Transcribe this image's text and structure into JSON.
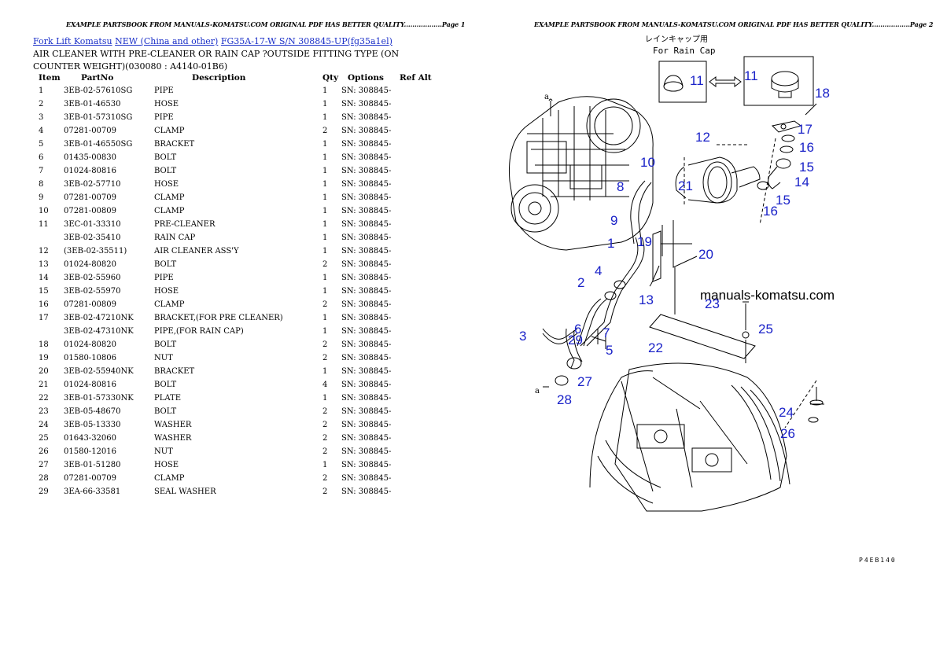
{
  "banners": {
    "left": "EXAMPLE PARTSBOOK FROM MANUALS-KOMATSU.COM ORIGINAL PDF HAS BETTER QUALITY..................Page 1",
    "right": "EXAMPLE PARTSBOOK FROM MANUALS-KOMATSU.COM ORIGINAL PDF HAS BETTER QUALITY..................Page 2"
  },
  "breadcrumb": {
    "link1": "Fork Lift Komatsu",
    "link2": "NEW (China and other)",
    "link3": "FG35A-17-W S/N  308845-UP(fg35a1el)"
  },
  "title": "AIR CLEANER WITH PRE-CLEANER OR RAIN CAP ?OUTSIDE FITTING TYPE (ON COUNTER WEIGHT)(030080 : A4140-01B6)",
  "table": {
    "headers": {
      "item": "Item",
      "partno": "PartNo",
      "description": "Description",
      "qty": "Qty",
      "options": "Options",
      "refalt": "Ref Alt"
    },
    "rows": [
      {
        "item": "1",
        "partno": "3EB-02-57610SG",
        "description": "PIPE",
        "qty": "1",
        "options": "SN: 308845-"
      },
      {
        "item": "2",
        "partno": "3EB-01-46530",
        "description": "HOSE",
        "qty": "1",
        "options": "SN: 308845-"
      },
      {
        "item": "3",
        "partno": "3EB-01-57310SG",
        "description": "PIPE",
        "qty": "1",
        "options": "SN: 308845-"
      },
      {
        "item": "4",
        "partno": "07281-00709",
        "description": "CLAMP",
        "qty": "2",
        "options": "SN: 308845-"
      },
      {
        "item": "5",
        "partno": "3EB-01-46550SG",
        "description": "BRACKET",
        "qty": "1",
        "options": "SN: 308845-"
      },
      {
        "item": "6",
        "partno": "01435-00830",
        "description": "BOLT",
        "qty": "1",
        "options": "SN: 308845-"
      },
      {
        "item": "7",
        "partno": "01024-80816",
        "description": "BOLT",
        "qty": "1",
        "options": "SN: 308845-"
      },
      {
        "item": "8",
        "partno": "3EB-02-57710",
        "description": "HOSE",
        "qty": "1",
        "options": "SN: 308845-"
      },
      {
        "item": "9",
        "partno": "07281-00709",
        "description": "CLAMP",
        "qty": "1",
        "options": "SN: 308845-"
      },
      {
        "item": "10",
        "partno": "07281-00809",
        "description": "CLAMP",
        "qty": "1",
        "options": "SN: 308845-"
      },
      {
        "item": "11",
        "partno": "3EC-01-33310",
        "description": "PRE-CLEANER",
        "qty": "1",
        "options": "SN: 308845-"
      },
      {
        "item": "",
        "partno": "3EB-02-35410",
        "description": "RAIN CAP",
        "qty": "1",
        "options": "SN: 308845-"
      },
      {
        "item": "12",
        "partno": "(3EB-02-35511)",
        "description": "AIR CLEANER ASS'Y",
        "qty": "1",
        "options": "SN: 308845-"
      },
      {
        "item": "13",
        "partno": "01024-80820",
        "description": "BOLT",
        "qty": "2",
        "options": "SN: 308845-"
      },
      {
        "item": "14",
        "partno": "3EB-02-55960",
        "description": "PIPE",
        "qty": "1",
        "options": "SN: 308845-"
      },
      {
        "item": "15",
        "partno": "3EB-02-55970",
        "description": "HOSE",
        "qty": "1",
        "options": "SN: 308845-"
      },
      {
        "item": "16",
        "partno": "07281-00809",
        "description": "CLAMP",
        "qty": "2",
        "options": "SN: 308845-"
      },
      {
        "item": "17",
        "partno": "3EB-02-47210NK",
        "description": "BRACKET,(FOR PRE CLEANER)",
        "qty": "1",
        "options": "SN: 308845-"
      },
      {
        "item": "",
        "partno": "3EB-02-47310NK",
        "description": "PIPE,(FOR RAIN CAP)",
        "qty": "1",
        "options": "SN: 308845-"
      },
      {
        "item": "18",
        "partno": "01024-80820",
        "description": "BOLT",
        "qty": "2",
        "options": "SN: 308845-"
      },
      {
        "item": "19",
        "partno": "01580-10806",
        "description": "NUT",
        "qty": "2",
        "options": "SN: 308845-"
      },
      {
        "item": "20",
        "partno": "3EB-02-55940NK",
        "description": "BRACKET",
        "qty": "1",
        "options": "SN: 308845-"
      },
      {
        "item": "21",
        "partno": "01024-80816",
        "description": "BOLT",
        "qty": "4",
        "options": "SN: 308845-"
      },
      {
        "item": "22",
        "partno": "3EB-01-57330NK",
        "description": "PLATE",
        "qty": "1",
        "options": "SN: 308845-"
      },
      {
        "item": "23",
        "partno": "3EB-05-48670",
        "description": "BOLT",
        "qty": "2",
        "options": "SN: 308845-"
      },
      {
        "item": "24",
        "partno": "3EB-05-13330",
        "description": "WASHER",
        "qty": "2",
        "options": "SN: 308845-"
      },
      {
        "item": "25",
        "partno": "01643-32060",
        "description": "WASHER",
        "qty": "2",
        "options": "SN: 308845-"
      },
      {
        "item": "26",
        "partno": "01580-12016",
        "description": "NUT",
        "qty": "2",
        "options": "SN: 308845-"
      },
      {
        "item": "27",
        "partno": "3EB-01-51280",
        "description": "HOSE",
        "qty": "1",
        "options": "SN: 308845-"
      },
      {
        "item": "28",
        "partno": "07281-00709",
        "description": "CLAMP",
        "qty": "2",
        "options": "SN: 308845-"
      },
      {
        "item": "29",
        "partno": "3EA-66-33581",
        "description": "SEAL WASHER",
        "qty": "2",
        "options": "SN: 308845-"
      }
    ]
  },
  "diagram": {
    "jp_label": "レインキャップ用",
    "en_label": "For Rain Cap",
    "watermark": "manuals-komatsu.com",
    "engine_marker": "a",
    "hose_marker": "a",
    "page_ref": "P4EB140",
    "callouts": [
      "11",
      "11",
      "18",
      "17",
      "16",
      "15",
      "14",
      "12",
      "10",
      "8",
      "21",
      "16",
      "15",
      "9",
      "19",
      "20",
      "1",
      "4",
      "13",
      "2",
      "23",
      "25",
      "3",
      "6",
      "7",
      "29",
      "5",
      "22",
      "27",
      "28",
      "24",
      "26"
    ]
  }
}
